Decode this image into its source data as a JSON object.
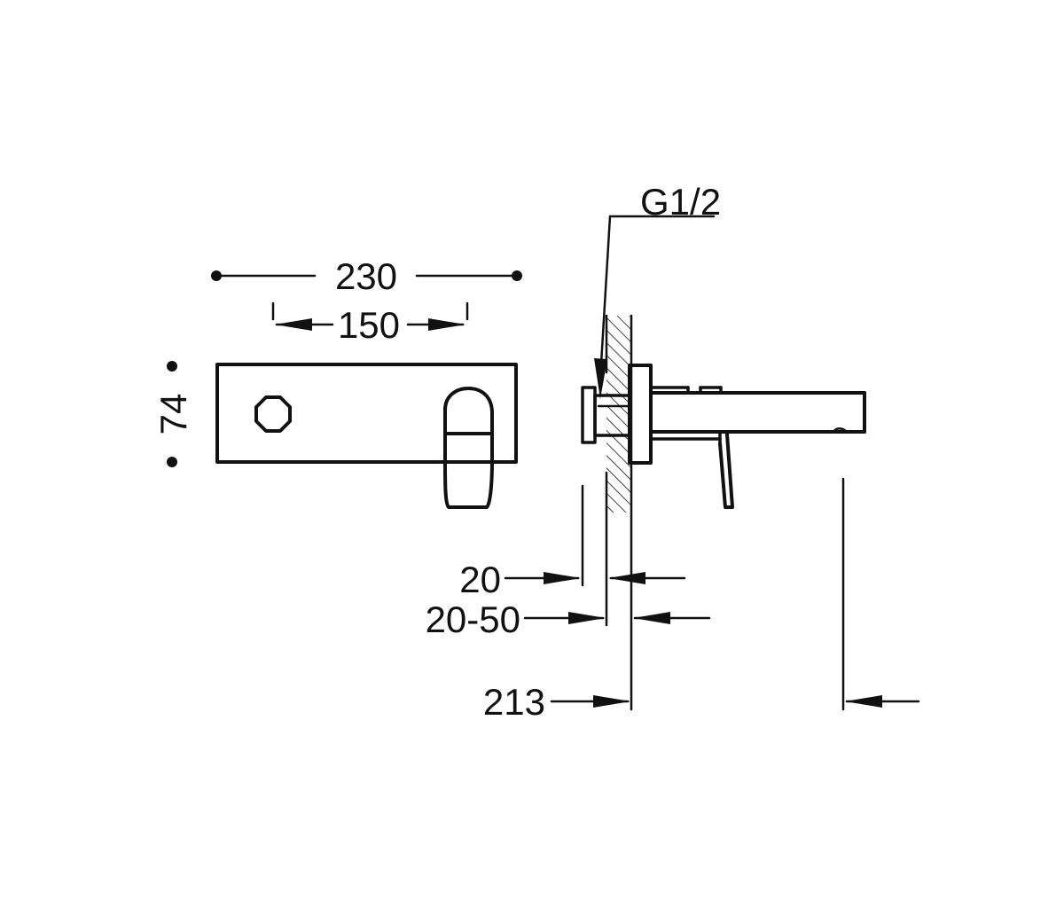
{
  "dimensions": {
    "overall_width": "230",
    "center_distance": "150",
    "plate_height": "74",
    "thread": "G1/2",
    "plate_projection": "20",
    "wall_depth": "20-50",
    "spout_reach": "213"
  },
  "colors": {
    "ink": "#111111",
    "background": "#ffffff"
  }
}
